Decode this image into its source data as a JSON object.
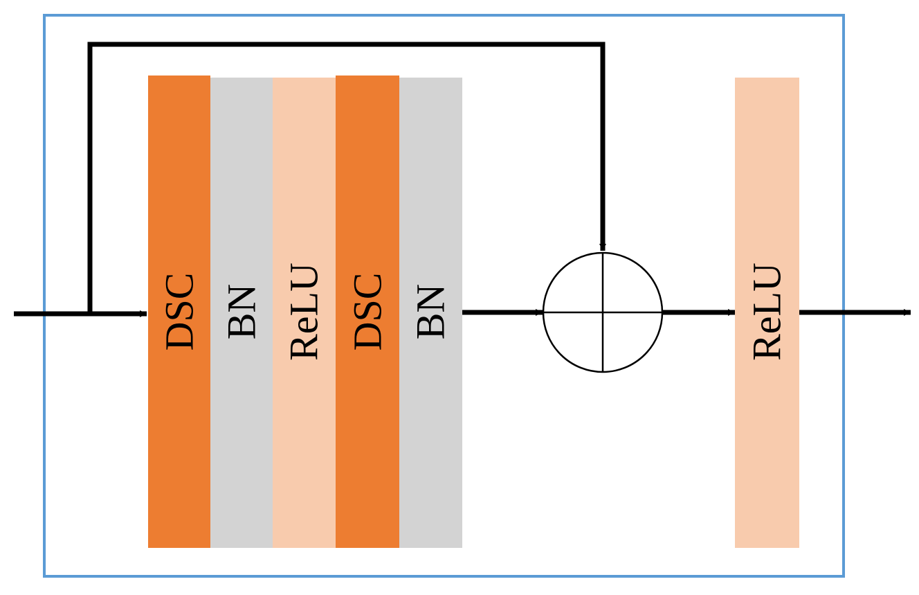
{
  "diagram": {
    "colors": {
      "frame": "#5b9bd5",
      "dsc": "#ed7d31",
      "bn": "#d3d3d3",
      "relu": "#f8cbad",
      "line": "#000000"
    },
    "layers": [
      {
        "id": "dsc1",
        "label": "DSC",
        "kind": "dsc"
      },
      {
        "id": "bn1",
        "label": "BN",
        "kind": "bn"
      },
      {
        "id": "relu1",
        "label": "ReLU",
        "kind": "relu"
      },
      {
        "id": "dsc2",
        "label": "DSC",
        "kind": "dsc"
      },
      {
        "id": "bn2",
        "label": "BN",
        "kind": "bn"
      },
      {
        "id": "relu-out",
        "label": "ReLU",
        "kind": "relu"
      }
    ],
    "adder_icon": "circle-plus-icon"
  }
}
